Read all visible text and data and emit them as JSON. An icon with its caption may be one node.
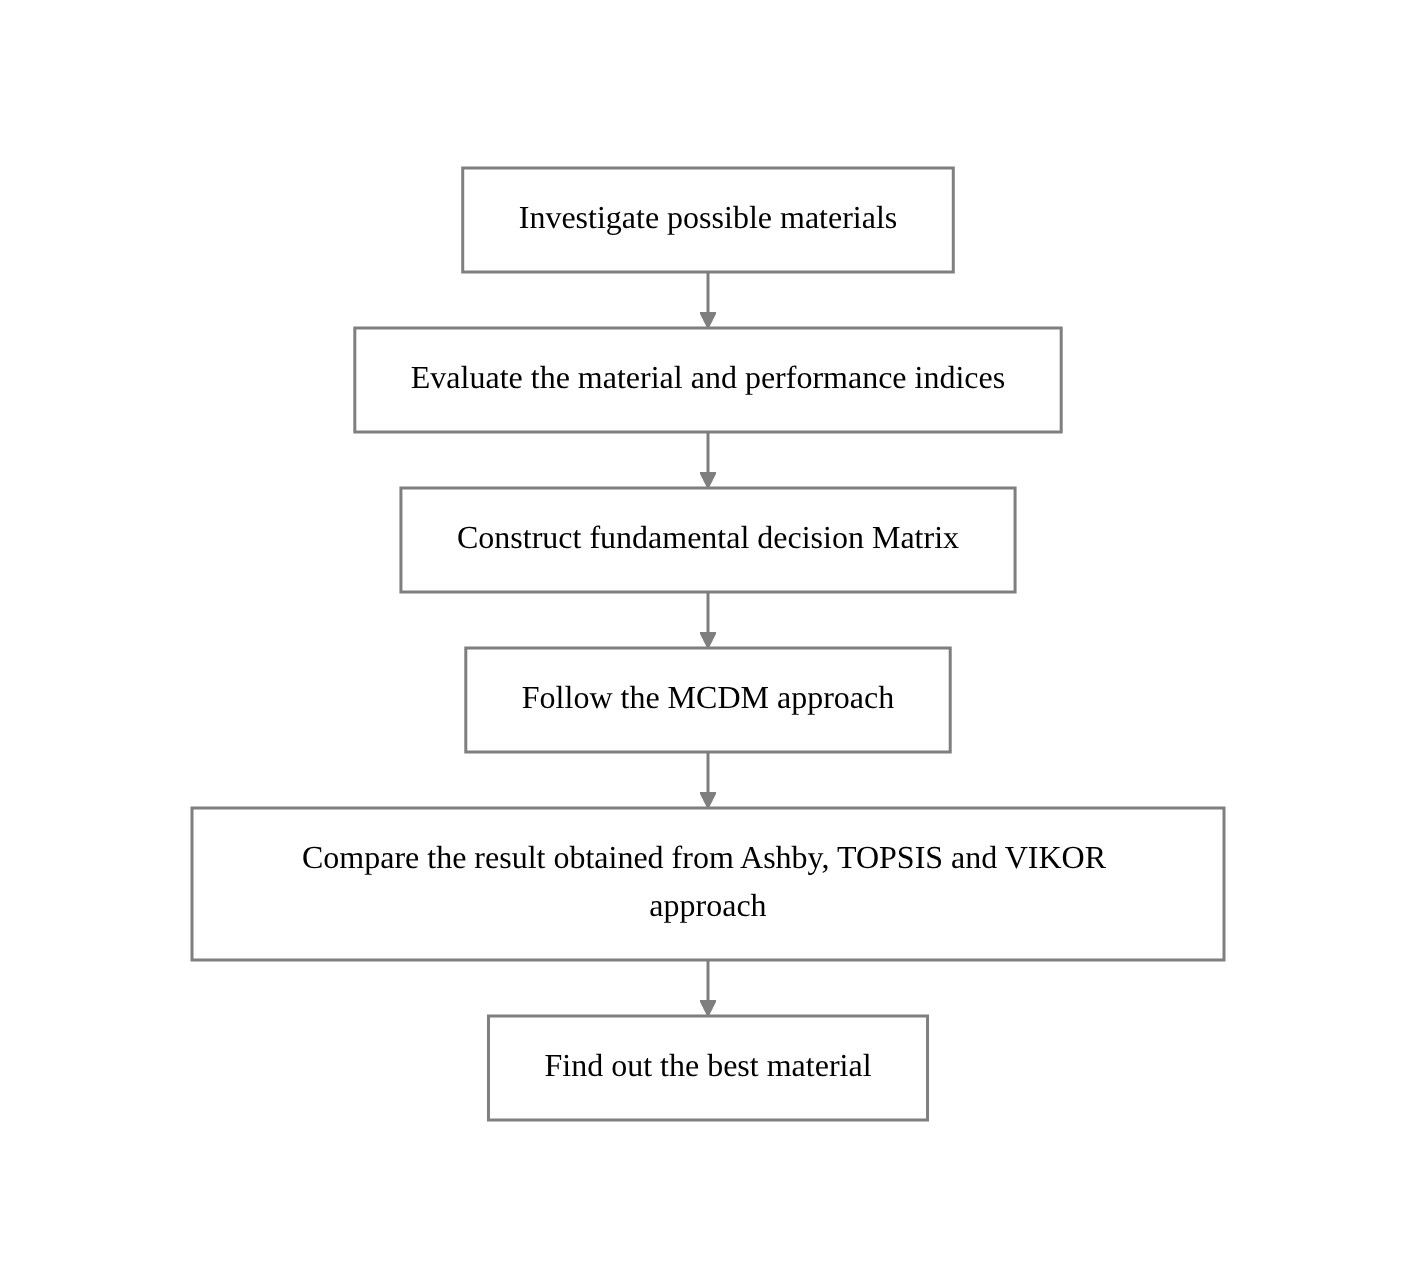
{
  "diagram": {
    "nodes": [
      {
        "text": [
          "Investigate possible materials"
        ]
      },
      {
        "text": [
          "Evaluate the material and performance indices"
        ]
      },
      {
        "text": [
          "Construct fundamental decision Matrix"
        ]
      },
      {
        "text": [
          "Follow the MCDM approach"
        ]
      },
      {
        "text": [
          "Compare the result obtained from Ashby, TOPSIS and VIKOR approach"
        ]
      },
      {
        "text": [
          "Find out the best material"
        ]
      }
    ],
    "edges": [
      {
        "from": 0,
        "to": 1,
        "arrow": "to"
      },
      {
        "from": 1,
        "to": 2,
        "arrow": "to"
      },
      {
        "from": 2,
        "to": 3,
        "arrow": "to"
      },
      {
        "from": 3,
        "to": 4,
        "arrow": "to"
      },
      {
        "from": 4,
        "to": 5,
        "arrow": "to"
      }
    ]
  }
}
